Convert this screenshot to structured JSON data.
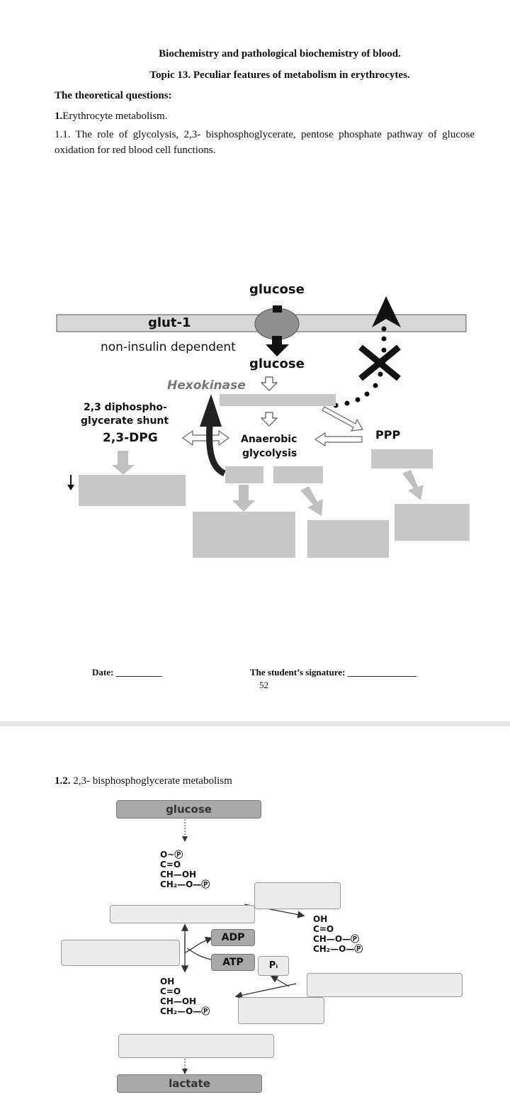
{
  "page1": {
    "heading1": "Biochemistry and pathological biochemistry of blood.",
    "heading2": "Topic 13. Peculiar features of metabolism in erythrocytes.",
    "questions_title": "The theoretical questions:",
    "q1_num": "1.",
    "q1_text": "Erythrocyte metabolism.",
    "q11_text": "1.1. The role of glycolysis, 2,3- bisphosphoglycerate, pentose phosphate pathway of glucose oxidation for red blood cell functions.",
    "diagram": {
      "glucose_top": "glucose",
      "glut1": "glut-1",
      "non_insulin": "non-insulin dependent",
      "glucose_inside": "glucose",
      "hexokinase": "Hexokinase",
      "shunt_line1": "2,3 diphospho-",
      "shunt_line2": "glycerate shunt",
      "dpg": "2,3-DPG",
      "anaerobic1": "Anaerobic",
      "anaerobic2": "glycolysis",
      "ppp": "PPP"
    },
    "date_label": "Date: ",
    "date_line": "__________",
    "signature_label": "The student’s signature: ",
    "signature_line": "_______________",
    "page_number": "52"
  },
  "page2": {
    "section_num": "1.2.",
    "section_text": " 2,3- bisphosphoglycerate metabolism",
    "glucose": "glucose",
    "adp": "ADP",
    "atp": "ATP",
    "pi": "Pᵢ",
    "lactate": "lactate",
    "chem1": [
      "O~Ⓟ",
      "C=O",
      "CH—OH",
      "CH₂—O—Ⓟ"
    ],
    "chem2": [
      "OH",
      "C=O",
      "CH—O—Ⓟ",
      "CH₂—O—Ⓟ"
    ],
    "chem3": [
      "OH",
      "C=O",
      "CH—OH",
      "CH₂—O—Ⓟ"
    ]
  }
}
